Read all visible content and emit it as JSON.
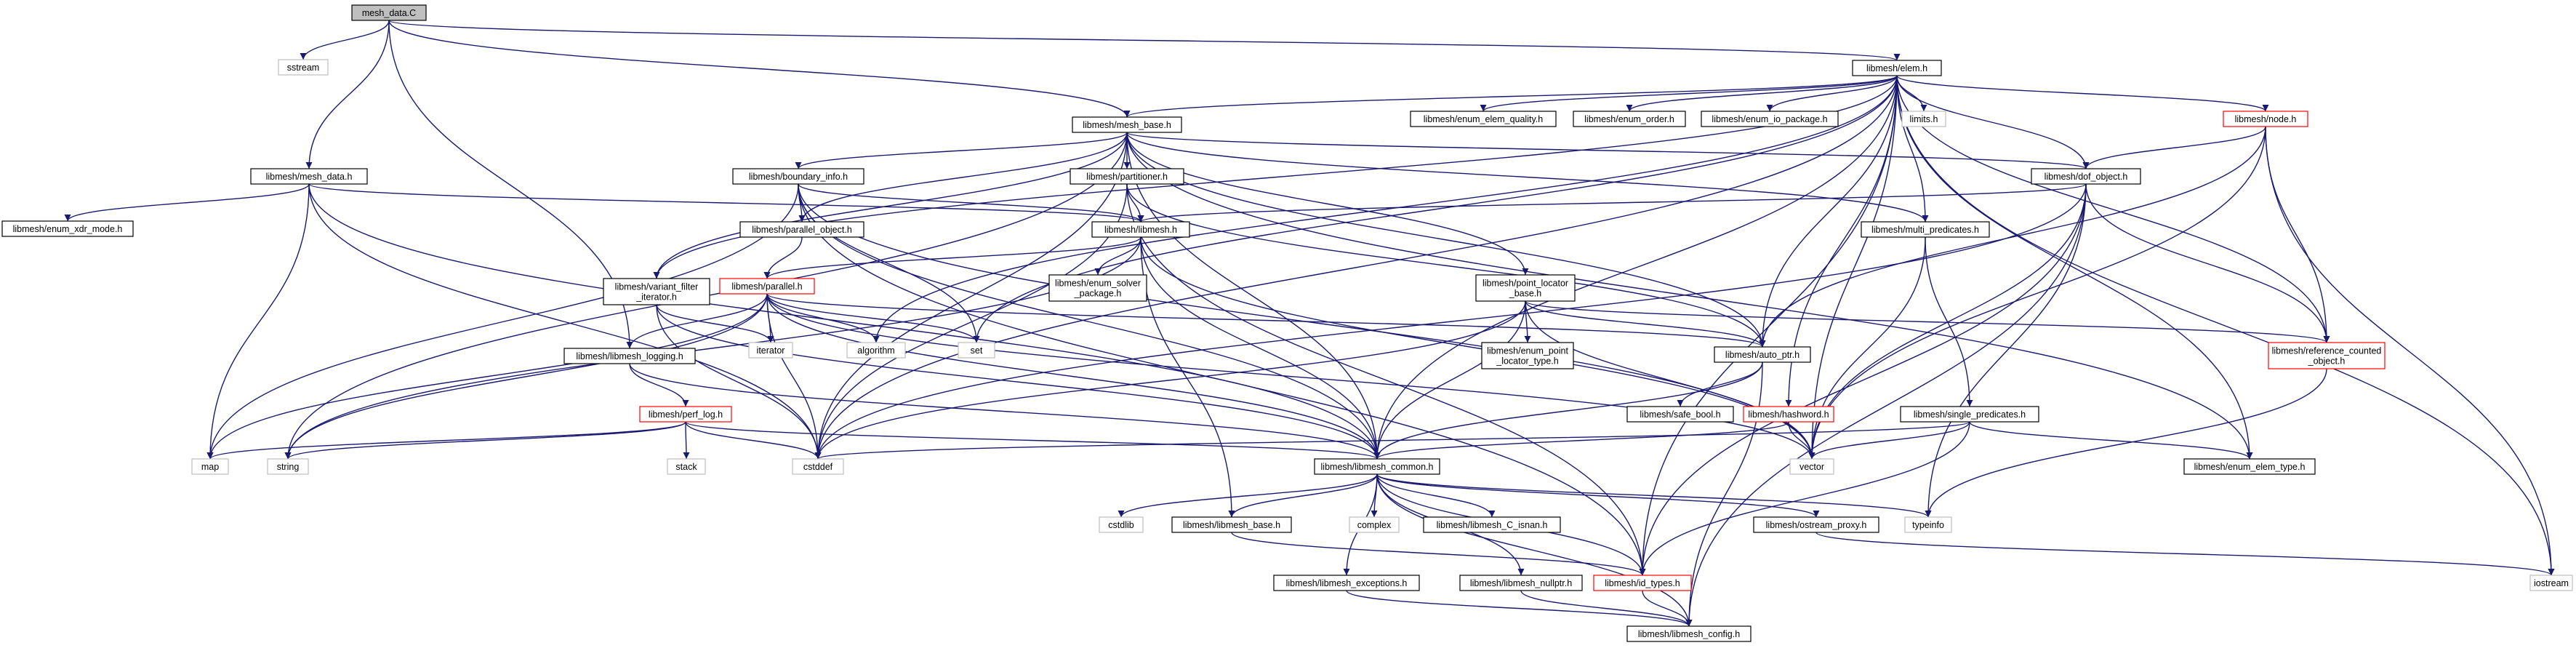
{
  "diagram": {
    "nodes": [
      {
        "id": "mesh_data_C",
        "lines": [
          "mesh_data.C"
        ],
        "kind": "root"
      },
      {
        "id": "sstream",
        "lines": [
          "sstream"
        ],
        "kind": "ext"
      },
      {
        "id": "mesh_data_h",
        "lines": [
          "libmesh/mesh_data.h"
        ],
        "kind": "normal"
      },
      {
        "id": "enum_xdr_mode",
        "lines": [
          "libmesh/enum_xdr_mode.h"
        ],
        "kind": "normal"
      },
      {
        "id": "elem_h",
        "lines": [
          "libmesh/elem.h"
        ],
        "kind": "normal"
      },
      {
        "id": "mesh_base",
        "lines": [
          "libmesh/mesh_base.h"
        ],
        "kind": "normal"
      },
      {
        "id": "boundary_info",
        "lines": [
          "libmesh/boundary_info.h"
        ],
        "kind": "normal"
      },
      {
        "id": "partitioner",
        "lines": [
          "libmesh/partitioner.h"
        ],
        "kind": "normal"
      },
      {
        "id": "parallel_object",
        "lines": [
          "libmesh/parallel_object.h"
        ],
        "kind": "normal"
      },
      {
        "id": "libmesh_h",
        "lines": [
          "libmesh/libmesh.h"
        ],
        "kind": "normal"
      },
      {
        "id": "variant_filter",
        "lines": [
          "libmesh/variant_filter",
          "_iterator.h"
        ],
        "kind": "normal"
      },
      {
        "id": "parallel_h",
        "lines": [
          "libmesh/parallel.h"
        ],
        "kind": "red"
      },
      {
        "id": "libmesh_logging",
        "lines": [
          "libmesh/libmesh_logging.h"
        ],
        "kind": "normal"
      },
      {
        "id": "perf_log",
        "lines": [
          "libmesh/perf_log.h"
        ],
        "kind": "red"
      },
      {
        "id": "map",
        "lines": [
          "map"
        ],
        "kind": "ext"
      },
      {
        "id": "string",
        "lines": [
          "string"
        ],
        "kind": "ext"
      },
      {
        "id": "stack",
        "lines": [
          "stack"
        ],
        "kind": "ext"
      },
      {
        "id": "cstddef",
        "lines": [
          "cstddef"
        ],
        "kind": "ext"
      },
      {
        "id": "iterator",
        "lines": [
          "iterator"
        ],
        "kind": "ext"
      },
      {
        "id": "algorithm",
        "lines": [
          "algorithm"
        ],
        "kind": "ext"
      },
      {
        "id": "set",
        "lines": [
          "set"
        ],
        "kind": "ext"
      },
      {
        "id": "enum_solver_package",
        "lines": [
          "libmesh/enum_solver",
          "_package.h"
        ],
        "kind": "normal"
      },
      {
        "id": "point_locator_base",
        "lines": [
          "libmesh/point_locator",
          "_base.h"
        ],
        "kind": "normal"
      },
      {
        "id": "enum_point_locator_type",
        "lines": [
          "libmesh/enum_point",
          "_locator_type.h"
        ],
        "kind": "normal"
      },
      {
        "id": "enum_elem_quality",
        "lines": [
          "libmesh/enum_elem_quality.h"
        ],
        "kind": "normal"
      },
      {
        "id": "enum_order",
        "lines": [
          "libmesh/enum_order.h"
        ],
        "kind": "normal"
      },
      {
        "id": "enum_io_package",
        "lines": [
          "libmesh/enum_io_package.h"
        ],
        "kind": "normal"
      },
      {
        "id": "limits",
        "lines": [
          "limits.h"
        ],
        "kind": "ext"
      },
      {
        "id": "node_h",
        "lines": [
          "libmesh/node.h"
        ],
        "kind": "red"
      },
      {
        "id": "dof_object",
        "lines": [
          "libmesh/dof_object.h"
        ],
        "kind": "normal"
      },
      {
        "id": "multi_predicates",
        "lines": [
          "libmesh/multi_predicates.h"
        ],
        "kind": "normal"
      },
      {
        "id": "auto_ptr",
        "lines": [
          "libmesh/auto_ptr.h"
        ],
        "kind": "normal"
      },
      {
        "id": "safe_bool",
        "lines": [
          "libmesh/safe_bool.h"
        ],
        "kind": "normal"
      },
      {
        "id": "hashword",
        "lines": [
          "libmesh/hashword.h"
        ],
        "kind": "red"
      },
      {
        "id": "single_predicates",
        "lines": [
          "libmesh/single_predicates.h"
        ],
        "kind": "normal"
      },
      {
        "id": "reference_counted",
        "lines": [
          "libmesh/reference_counted",
          "_object.h"
        ],
        "kind": "red"
      },
      {
        "id": "enum_elem_type",
        "lines": [
          "libmesh/enum_elem_type.h"
        ],
        "kind": "normal"
      },
      {
        "id": "vector",
        "lines": [
          "vector"
        ],
        "kind": "ext"
      },
      {
        "id": "libmesh_common",
        "lines": [
          "libmesh/libmesh_common.h"
        ],
        "kind": "normal"
      },
      {
        "id": "cstdlib",
        "lines": [
          "cstdlib"
        ],
        "kind": "ext"
      },
      {
        "id": "libmesh_base",
        "lines": [
          "libmesh/libmesh_base.h"
        ],
        "kind": "normal"
      },
      {
        "id": "complex",
        "lines": [
          "complex"
        ],
        "kind": "ext"
      },
      {
        "id": "c_isnan",
        "lines": [
          "libmesh/libmesh_C_isnan.h"
        ],
        "kind": "normal"
      },
      {
        "id": "ostream_proxy",
        "lines": [
          "libmesh/ostream_proxy.h"
        ],
        "kind": "normal"
      },
      {
        "id": "typeinfo",
        "lines": [
          "typeinfo"
        ],
        "kind": "ext"
      },
      {
        "id": "iostream",
        "lines": [
          "iostream"
        ],
        "kind": "ext"
      },
      {
        "id": "libmesh_exceptions",
        "lines": [
          "libmesh/libmesh_exceptions.h"
        ],
        "kind": "normal"
      },
      {
        "id": "libmesh_nullptr",
        "lines": [
          "libmesh/libmesh_nullptr.h"
        ],
        "kind": "normal"
      },
      {
        "id": "id_types",
        "lines": [
          "libmesh/id_types.h"
        ],
        "kind": "red"
      },
      {
        "id": "libmesh_config",
        "lines": [
          "libmesh/libmesh_config.h"
        ],
        "kind": "normal"
      }
    ],
    "edges": [
      [
        "mesh_data_C",
        "sstream"
      ],
      [
        "mesh_data_C",
        "mesh_data_h"
      ],
      [
        "mesh_data_C",
        "elem_h"
      ],
      [
        "mesh_data_C",
        "mesh_base"
      ],
      [
        "mesh_data_C",
        "libmesh_logging"
      ],
      [
        "mesh_data_h",
        "enum_xdr_mode"
      ],
      [
        "mesh_data_h",
        "map"
      ],
      [
        "mesh_data_h",
        "cstddef"
      ],
      [
        "mesh_data_h",
        "libmesh_h"
      ],
      [
        "mesh_data_h",
        "libmesh_common"
      ],
      [
        "mesh_base",
        "boundary_info"
      ],
      [
        "mesh_base",
        "partitioner"
      ],
      [
        "mesh_base",
        "parallel_object"
      ],
      [
        "mesh_base",
        "variant_filter"
      ],
      [
        "mesh_base",
        "point_locator_base"
      ],
      [
        "mesh_base",
        "dof_object"
      ],
      [
        "mesh_base",
        "multi_predicates"
      ],
      [
        "mesh_base",
        "auto_ptr"
      ],
      [
        "mesh_base",
        "enum_elem_type"
      ],
      [
        "mesh_base",
        "libmesh_common"
      ],
      [
        "mesh_base",
        "string"
      ],
      [
        "mesh_base",
        "cstddef"
      ],
      [
        "boundary_info",
        "parallel_object"
      ],
      [
        "boundary_info",
        "libmesh_h"
      ],
      [
        "boundary_info",
        "map"
      ],
      [
        "boundary_info",
        "set"
      ],
      [
        "boundary_info",
        "vector"
      ],
      [
        "boundary_info",
        "id_types"
      ],
      [
        "boundary_info",
        "libmesh_common"
      ],
      [
        "partitioner",
        "libmesh_h"
      ],
      [
        "partitioner",
        "auto_ptr"
      ],
      [
        "partitioner",
        "id_types"
      ],
      [
        "partitioner",
        "cstddef"
      ],
      [
        "parallel_object",
        "parallel_h"
      ],
      [
        "libmesh_h",
        "parallel_h"
      ],
      [
        "libmesh_h",
        "enum_solver_package"
      ],
      [
        "libmesh_h",
        "libmesh_base"
      ],
      [
        "libmesh_h",
        "libmesh_common"
      ],
      [
        "libmesh_h",
        "vector"
      ],
      [
        "libmesh_h",
        "string"
      ],
      [
        "variant_filter",
        "iterator"
      ],
      [
        "variant_filter",
        "libmesh_common"
      ],
      [
        "variant_filter",
        "cstddef"
      ],
      [
        "parallel_h",
        "libmesh_logging"
      ],
      [
        "parallel_h",
        "auto_ptr"
      ],
      [
        "parallel_h",
        "iterator"
      ],
      [
        "parallel_h",
        "algorithm"
      ],
      [
        "parallel_h",
        "set"
      ],
      [
        "parallel_h",
        "map"
      ],
      [
        "parallel_h",
        "string"
      ],
      [
        "parallel_h",
        "vector"
      ],
      [
        "parallel_h",
        "cstddef"
      ],
      [
        "parallel_h",
        "libmesh_common"
      ],
      [
        "libmesh_logging",
        "perf_log"
      ],
      [
        "libmesh_logging",
        "libmesh_common"
      ],
      [
        "perf_log",
        "map"
      ],
      [
        "perf_log",
        "string"
      ],
      [
        "perf_log",
        "stack"
      ],
      [
        "perf_log",
        "cstddef"
      ],
      [
        "perf_log",
        "libmesh_common"
      ],
      [
        "point_locator_base",
        "enum_point_locator_type"
      ],
      [
        "point_locator_base",
        "auto_ptr"
      ],
      [
        "point_locator_base",
        "reference_counted"
      ],
      [
        "point_locator_base",
        "libmesh_common"
      ],
      [
        "point_locator_base",
        "vector"
      ],
      [
        "point_locator_base",
        "cstddef"
      ],
      [
        "elem_h",
        "mesh_base"
      ],
      [
        "elem_h",
        "enum_elem_quality"
      ],
      [
        "elem_h",
        "enum_order"
      ],
      [
        "elem_h",
        "enum_io_package"
      ],
      [
        "elem_h",
        "limits"
      ],
      [
        "elem_h",
        "node_h"
      ],
      [
        "elem_h",
        "dof_object"
      ],
      [
        "elem_h",
        "multi_predicates"
      ],
      [
        "elem_h",
        "auto_ptr"
      ],
      [
        "elem_h",
        "hashword"
      ],
      [
        "elem_h",
        "reference_counted"
      ],
      [
        "elem_h",
        "enum_elem_type"
      ],
      [
        "elem_h",
        "vector"
      ],
      [
        "elem_h",
        "iostream"
      ],
      [
        "elem_h",
        "id_types"
      ],
      [
        "elem_h",
        "libmesh_common"
      ],
      [
        "elem_h",
        "set"
      ],
      [
        "elem_h",
        "algorithm"
      ],
      [
        "elem_h",
        "cstddef"
      ],
      [
        "elem_h",
        "variant_filter"
      ],
      [
        "node_h",
        "dof_object"
      ],
      [
        "node_h",
        "reference_counted"
      ],
      [
        "node_h",
        "auto_ptr"
      ],
      [
        "node_h",
        "vector"
      ],
      [
        "node_h",
        "iostream"
      ],
      [
        "dof_object",
        "libmesh_h"
      ],
      [
        "dof_object",
        "reference_counted"
      ],
      [
        "dof_object",
        "id_types"
      ],
      [
        "dof_object",
        "vector"
      ],
      [
        "dof_object",
        "libmesh_config"
      ],
      [
        "dof_object",
        "cstddef"
      ],
      [
        "dof_object",
        "typeinfo"
      ],
      [
        "multi_predicates",
        "single_predicates"
      ],
      [
        "multi_predicates",
        "vector"
      ],
      [
        "single_predicates",
        "cstddef"
      ],
      [
        "single_predicates",
        "vector"
      ],
      [
        "single_predicates",
        "enum_elem_type"
      ],
      [
        "single_predicates",
        "id_types"
      ],
      [
        "auto_ptr",
        "safe_bool"
      ],
      [
        "auto_ptr",
        "libmesh_common"
      ],
      [
        "auto_ptr",
        "libmesh_config"
      ],
      [
        "hashword",
        "libmesh_common"
      ],
      [
        "hashword",
        "vector"
      ],
      [
        "reference_counted",
        "typeinfo"
      ],
      [
        "libmesh_common",
        "cstdlib"
      ],
      [
        "libmesh_common",
        "libmesh_base"
      ],
      [
        "libmesh_common",
        "complex"
      ],
      [
        "libmesh_common",
        "c_isnan"
      ],
      [
        "libmesh_common",
        "ostream_proxy"
      ],
      [
        "libmesh_common",
        "typeinfo"
      ],
      [
        "libmesh_common",
        "libmesh_exceptions"
      ],
      [
        "libmesh_common",
        "libmesh_nullptr"
      ],
      [
        "libmesh_common",
        "id_types"
      ],
      [
        "libmesh_common",
        "libmesh_config"
      ],
      [
        "libmesh_base",
        "id_types"
      ],
      [
        "ostream_proxy",
        "iostream"
      ],
      [
        "libmesh_exceptions",
        "libmesh_config"
      ],
      [
        "libmesh_nullptr",
        "libmesh_config"
      ],
      [
        "id_types",
        "libmesh_config"
      ]
    ]
  }
}
